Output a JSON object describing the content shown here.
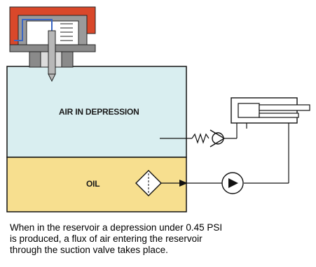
{
  "labels": {
    "air": "AIR IN DEPRESSION",
    "oil": "OIL"
  },
  "caption": [
    "When in the reservoir a depression under 0.45 PSI",
    "is produced, a flux of air entering the reservoir",
    "through the suction valve takes place."
  ],
  "colors": {
    "air_region": "#d9eef0",
    "oil_region": "#f7df8f",
    "cap": "#d9482a",
    "valve_body": "#8a8a8a",
    "line": "#111111"
  }
}
